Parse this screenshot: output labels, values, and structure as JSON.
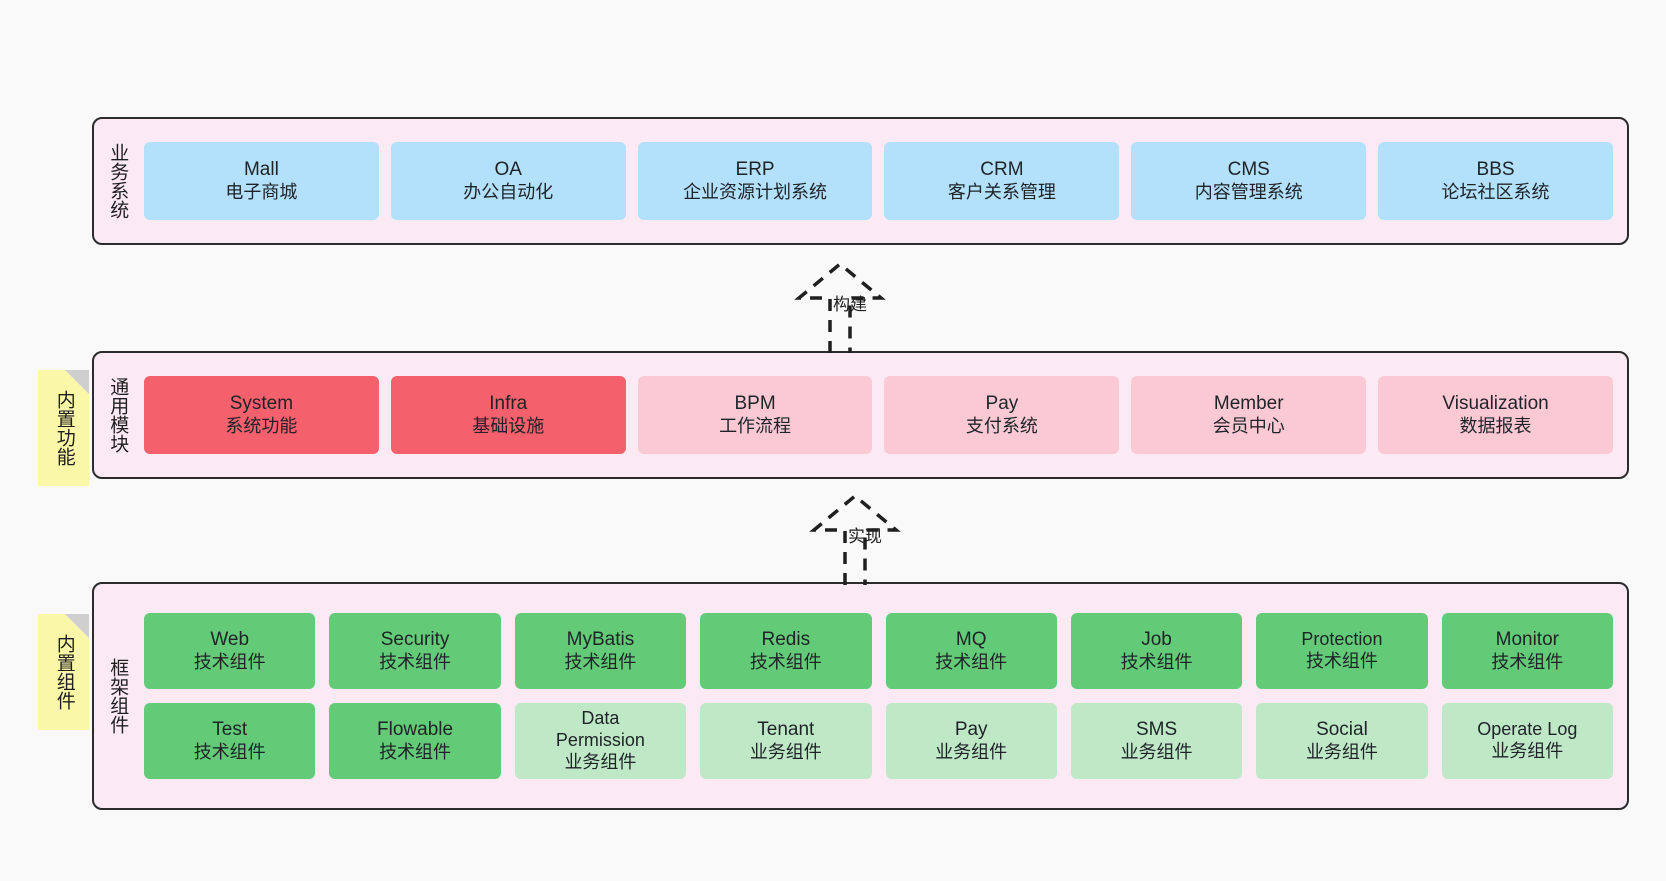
{
  "diagram": {
    "background": "#f9f9f9",
    "colors": {
      "layer_bg": "#fbeaf4",
      "layer_border": "#2b2b2b",
      "business_box": "#b3e0fb",
      "module_core": "#f4606c",
      "module_soft": "#fbc9d4",
      "framework_tech": "#63ca77",
      "framework_business": "#bfe8c7",
      "note_bg": "#fbf7a8",
      "note_fold": "#cfcfcf"
    }
  },
  "layers": {
    "business": {
      "title": "业务系统",
      "boxes": [
        {
          "name": "Mall",
          "desc": "电子商城"
        },
        {
          "name": "OA",
          "desc": "办公自动化"
        },
        {
          "name": "ERP",
          "desc": "企业资源计划系统"
        },
        {
          "name": "CRM",
          "desc": "客户关系管理"
        },
        {
          "name": "CMS",
          "desc": "内容管理系统"
        },
        {
          "name": "BBS",
          "desc": "论坛社区系统"
        }
      ]
    },
    "modules": {
      "title": "通用模块",
      "note": "内置功能",
      "boxes": [
        {
          "name": "System",
          "desc": "系统功能",
          "style": "core"
        },
        {
          "name": "Infra",
          "desc": "基础设施",
          "style": "core"
        },
        {
          "name": "BPM",
          "desc": "工作流程",
          "style": "soft"
        },
        {
          "name": "Pay",
          "desc": "支付系统",
          "style": "soft"
        },
        {
          "name": "Member",
          "desc": "会员中心",
          "style": "soft"
        },
        {
          "name": "Visualization",
          "desc": "数据报表",
          "style": "soft"
        }
      ]
    },
    "framework": {
      "title": "框架组件",
      "note": "内置组件",
      "row1": [
        {
          "name": "Web",
          "desc": "技术组件",
          "style": "tech"
        },
        {
          "name": "Security",
          "desc": "技术组件",
          "style": "tech"
        },
        {
          "name": "MyBatis",
          "desc": "技术组件",
          "style": "tech"
        },
        {
          "name": "Redis",
          "desc": "技术组件",
          "style": "tech"
        },
        {
          "name": "MQ",
          "desc": "技术组件",
          "style": "tech"
        },
        {
          "name": "Job",
          "desc": "技术组件",
          "style": "tech"
        },
        {
          "name": "Protection",
          "desc": "技术组件",
          "style": "tech"
        },
        {
          "name": "Monitor",
          "desc": "技术组件",
          "style": "tech"
        }
      ],
      "row2": [
        {
          "name": "Test",
          "desc": "技术组件",
          "style": "tech"
        },
        {
          "name": "Flowable",
          "desc": "技术组件",
          "style": "tech"
        },
        {
          "name": "Data Permission",
          "desc": "业务组件",
          "style": "biz"
        },
        {
          "name": "Tenant",
          "desc": "业务组件",
          "style": "biz"
        },
        {
          "name": "Pay",
          "desc": "业务组件",
          "style": "biz"
        },
        {
          "name": "SMS",
          "desc": "业务组件",
          "style": "biz"
        },
        {
          "name": "Social",
          "desc": "业务组件",
          "style": "biz"
        },
        {
          "name": "Operate Log",
          "desc": "业务组件",
          "style": "biz"
        }
      ]
    }
  },
  "connectors": [
    {
      "label": "构建",
      "from": "modules",
      "to": "business"
    },
    {
      "label": "实现",
      "from": "framework",
      "to": "modules"
    }
  ]
}
